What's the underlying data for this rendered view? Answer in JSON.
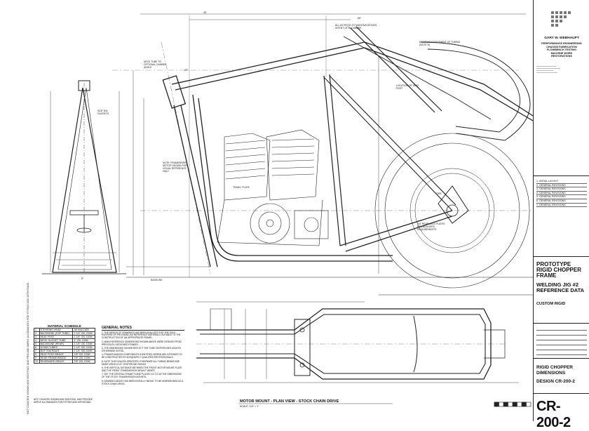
{
  "title_block": {
    "company": "GARY W. WEBHAUPT",
    "services": [
      "PERFORMANCE ENGINEERING",
      "CHASSIS FABRICATION",
      "FLOWBENCH TESTING",
      "MACHINE WORK",
      "RESTORATIONS"
    ],
    "project_title": "PROTOTYPE RIGID CHOPPER FRAME",
    "subtitle": "WELDING JIG #2 REFERENCE DATA",
    "model": "CUSTOM RIGID",
    "sheet_title": "RIGID CHOPPER DIMENSIONS",
    "design": "DESIGN CR-200-2",
    "drawing_number": "CR-200-2"
  },
  "revisions": [
    "1. INITIAL LAYOUT",
    "2. GENERAL REVISIONS",
    "3. GENERAL REVISIONS",
    "4. GENERAL REVISIONS",
    "5. GENERAL REVISIONS",
    "6. GENERAL REVISIONS",
    "7. GENERAL REVISIONS"
  ],
  "material_schedule": {
    "title": "MATERIAL SCHEDULE",
    "rows": [
      [
        "1",
        "STEERING HEAD",
        "AS BUILDER"
      ],
      [
        "2",
        "BACKBONE (TOP TUBE)",
        "1 1/4\" OD, DOM"
      ],
      [
        "3",
        "SEAT POST",
        "1 1/4\" OD, DOM"
      ],
      [
        "4",
        "NECK GUSSET TUBE",
        "1\" OD, DOM"
      ],
      [
        "5",
        "BACKBONE (REAR)",
        "1 1/4\" OD, DOM"
      ],
      [
        "6",
        "DOWN TUBES",
        "1 1/4\" OD, DOM"
      ],
      [
        "7",
        "BOTTOM RAILS",
        "1 1/4\" OD, DOM"
      ],
      [
        "8",
        "SEAT POST BRACE",
        "7/8\" OD, DOM"
      ],
      [
        "9",
        "REAR FRAME BRACE",
        "7/8\" OD, DOM"
      ],
      [
        "10",
        "REARWARD BRACE",
        "7/8\" OD, DOM"
      ]
    ],
    "footnote": "NOT COUNTED SHOWN AND RIGHTING, AND PROVIDE AMPLE ALLOWANCES FOR FITTING AND WITHSTAND"
  },
  "general_notes": {
    "title": "GENERAL NOTES",
    "items": [
      "1. THE DESIGN OF DRAWINGS HAS BEEN ANALYZED FOR THE SOLE PURPOSE OF PROVIDING AN REFERENCE MATERIALS SUITABLE TO THE CONSTRUCTION OF AN APPROPRIATE FRAME.",
      "2. MAIN REFERENCE DIMENSIONS SHOWN ABOVE WERE DERIVED FROM PREVIOUSLY-DESIGNED FRAMES.",
      "3. THE DIMENSIONS SHOWN REFLECT THE TUBE CENTERLINES UNLESS OTHERWISE NOTED.",
      "4. FRAMES AND/OR COMPONENTS IDENTIFIED HEREIN ARE INTENDED TO BE CONSTRUCTED BY ADEQUATELY QUALIFIED PROFESSIONALS.",
      "5. NOTE THAT UNLESS SPECIFIED OTHERWISE ALL TUBING BENDS ARE MADE USING A 4.5\" CENTERLINE RADIUS.",
      "6. THE VERTICAL DISTANCE BETWEEN THE FRONT MOTOR MOUNT PLATE AND THE FRONT TRANSMISSION MOUNT VARIES.",
      "7. SET THE CENTRAL FRAME PLANE PLACED 1/2 TO 3/4 THE DIMENSIONS OF THE STOCK TRANSMISSION MOUNTS.",
      "8. DRAWING ABOVE HAS BEEN INITIALLY MEANT TO BE DIMENSIONED AS A STOCK CHAIN DRIVE."
    ]
  },
  "views": {
    "plan_title": "MOTOR MOUNT - PLAN VIEW - STOCK CHAIN DRIVE",
    "plan_scale": "SCALE: 1/4\" = 1\""
  },
  "labels": {
    "overall_length": "45\"",
    "wheelbase": "65\"",
    "stretch": "6\" STRAIGHT SEGMENT OF TUBING (NOTE B)",
    "backbone_note": "ALL AS REQ'D TO MAINTAIN DESIGN INTENT OF BACKBONE",
    "motor_note": "NOTE: FRAMEWORK MOTOR SHOWN FOR VISUAL REFERENCE ONLY",
    "axle_note": "3/4\" REAR AXLE PLATES PER BUILDERS REQUIREMENTS",
    "rake_label": "35°",
    "neck_note": "NECK TUBE TO OPTIONAL CAMBER ANGLE",
    "gusset_note": "5/16\" DIA. GUSSETS",
    "baseline": "BASELINE",
    "location_note": "LOCATION OF SEAT POST",
    "transmission": "TRANS. PLATE",
    "tire": "TIRE",
    "front_view_dim": "8\""
  }
}
